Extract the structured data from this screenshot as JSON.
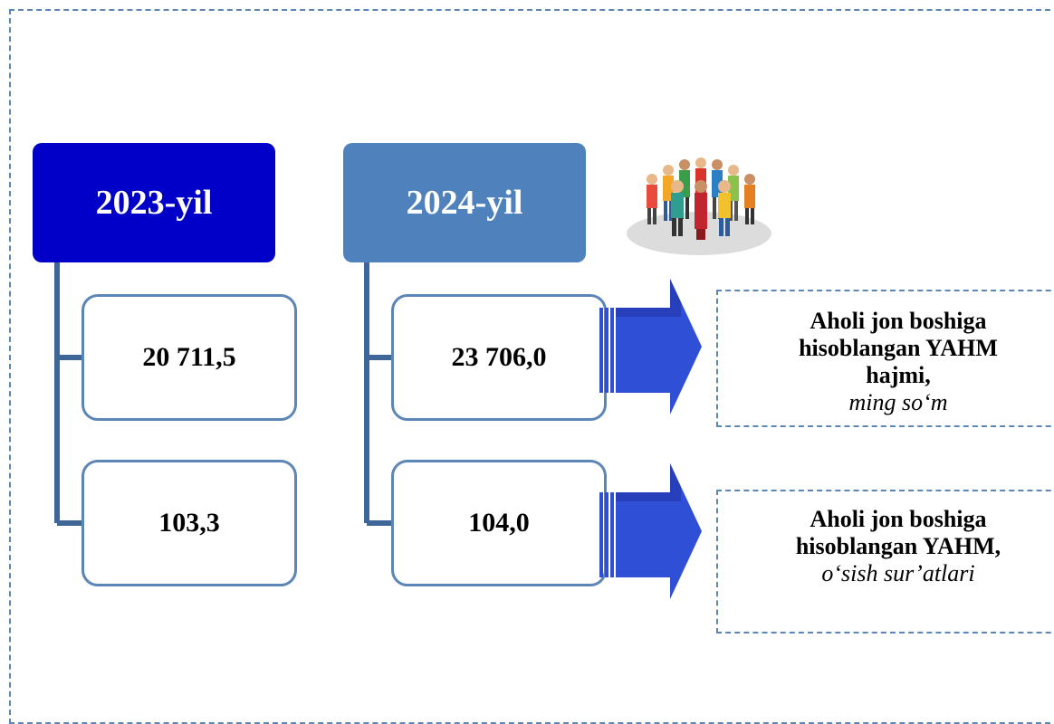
{
  "years": {
    "y2023": "2023-yil",
    "y2024": "2024-yil"
  },
  "values": {
    "y2023": {
      "volume": "20 711,5",
      "growth": "103,3"
    },
    "y2024": {
      "volume": "23 706,0",
      "growth": "104,0"
    }
  },
  "descriptions": {
    "volume": {
      "line1": "Aholi jon boshiga",
      "line2": "hisoblangan YAHM",
      "line3": "hajmi,",
      "unit": "ming so‘m"
    },
    "growth": {
      "line1": "Aholi jon boshiga",
      "line2": "hisoblangan YAHM,",
      "unit": "o‘sish sur’atlari"
    }
  },
  "colors": {
    "header_2023": "#0000c8",
    "header_2024": "#4f81bd",
    "box_border": "#5b86b5",
    "connector": "#3e6699",
    "arrow": "#2f4fd6"
  },
  "icons": {
    "people": "crowd-icon"
  }
}
